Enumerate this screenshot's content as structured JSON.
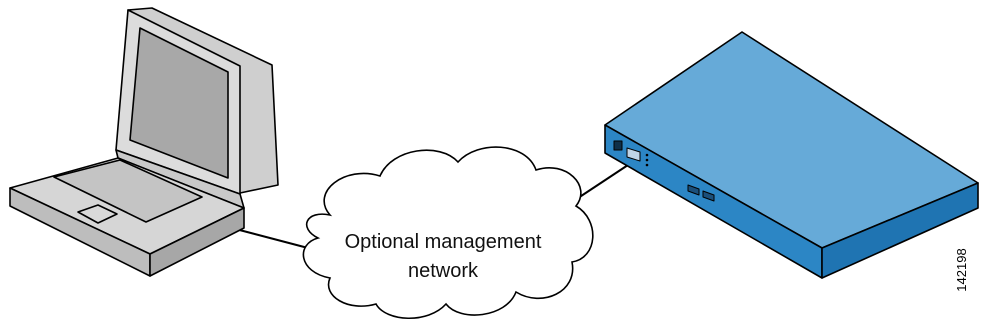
{
  "diagram": {
    "cloud_label_line1": "Optional management",
    "cloud_label_line2": "network",
    "figure_id": "142198",
    "nodes": [
      {
        "id": "laptop",
        "icon": "laptop-icon"
      },
      {
        "id": "network-cloud",
        "icon": "cloud-icon"
      },
      {
        "id": "appliance",
        "icon": "network-appliance-icon"
      }
    ],
    "links": [
      {
        "from": "laptop",
        "to": "network-cloud"
      },
      {
        "from": "network-cloud",
        "to": "appliance"
      }
    ],
    "colors": {
      "appliance_top": "#66aad8",
      "appliance_front": "#2c86c5",
      "appliance_side": "#1f74b2",
      "laptop_body": "#d8d8d8",
      "laptop_screen": "#a9a9a9",
      "outline": "#000000"
    }
  }
}
